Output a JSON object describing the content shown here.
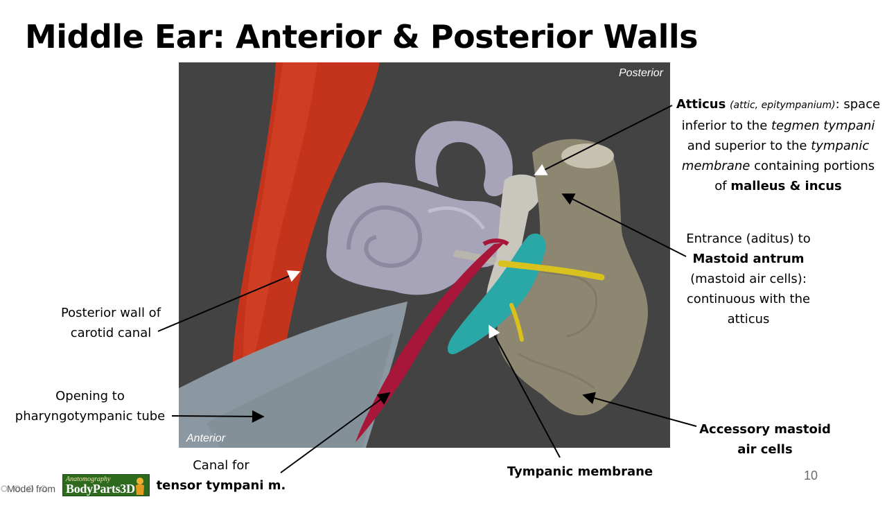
{
  "slide": {
    "title": "Middle Ear: Anterior & Posterior Walls",
    "page_number": "10"
  },
  "figure": {
    "orientation_posterior": "Posterior",
    "orientation_anterior": "Anterior"
  },
  "labels": {
    "atticus": {
      "term": "Atticus",
      "synonyms": "(attic, epitympanium)",
      "line1_rest": ": space",
      "line2_pre": "inferior to the ",
      "line2_it": "tegmen tympani",
      "line3_pre": "and superior to the ",
      "line3_it": "tympanic",
      "line4_it": "membrane",
      "line4_rest": " containing portions",
      "line5_pre": "of ",
      "line5_bold": "malleus & incus"
    },
    "antrum": {
      "line1": "Entrance (aditus) to",
      "line2_bold": "Mastoid antrum",
      "line3": "(mastoid air cells):",
      "line4": "continuous with the",
      "line5": "atticus"
    },
    "carotid": {
      "line1": "Posterior wall of",
      "line2": "carotid canal"
    },
    "pharyngo": {
      "line1": "Opening to",
      "line2": "pharyngotympanic tube"
    },
    "tensor": {
      "line1": "Canal for",
      "line2_bold": "tensor tympani m."
    },
    "tympanic": {
      "bold": "Tympanic membrane"
    },
    "accessory": {
      "line1_bold": "Accessory mastoid",
      "line2_bold": "air cells"
    }
  },
  "credit": {
    "prefix": "Model from",
    "logo_top": "Anatomography",
    "logo_main": "BodyParts3D"
  },
  "colors": {
    "figure_bg": "#434343",
    "carotid": "#c4341c",
    "cochlea": "#a7a3b8",
    "tube": "#8c98a1",
    "tensor": "#a8173a",
    "tympanic": "#2aa8a8",
    "chorda": "#d9c21d",
    "mastoid": "#8d8671"
  }
}
